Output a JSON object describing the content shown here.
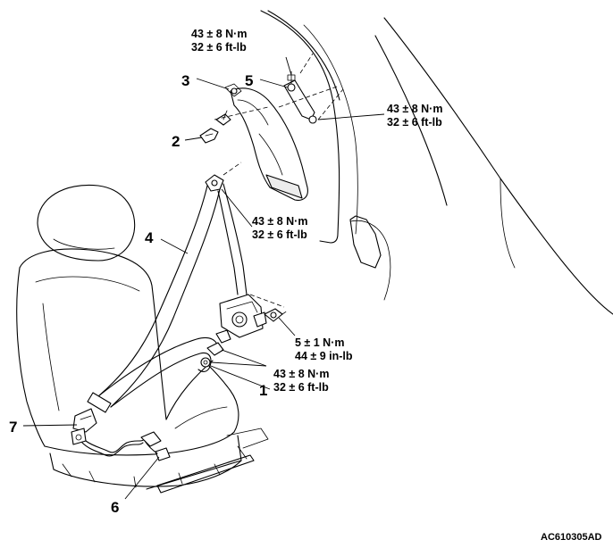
{
  "diagram": {
    "part_labels": {
      "p1": "1",
      "p2": "2",
      "p3": "3",
      "p4": "4",
      "p5": "5",
      "p6": "6",
      "p7": "7"
    },
    "torque_specs": {
      "top": [
        "43 ± 8 N·m",
        "32 ± 6 ft-lb"
      ],
      "right_anchor": [
        "43 ± 8 N·m",
        "32 ± 6 ft-lb"
      ],
      "belt_guide": [
        "43 ± 8 N·m",
        "32 ± 6 ft-lb"
      ],
      "retractor_bolt": [
        "5 ± 1 N·m",
        "44 ± 9 in-lb"
      ],
      "lower_anchor": [
        "43 ± 8 N·m",
        "32 ± 6 ft-lb"
      ]
    },
    "figure_code": "AC610305AD"
  }
}
